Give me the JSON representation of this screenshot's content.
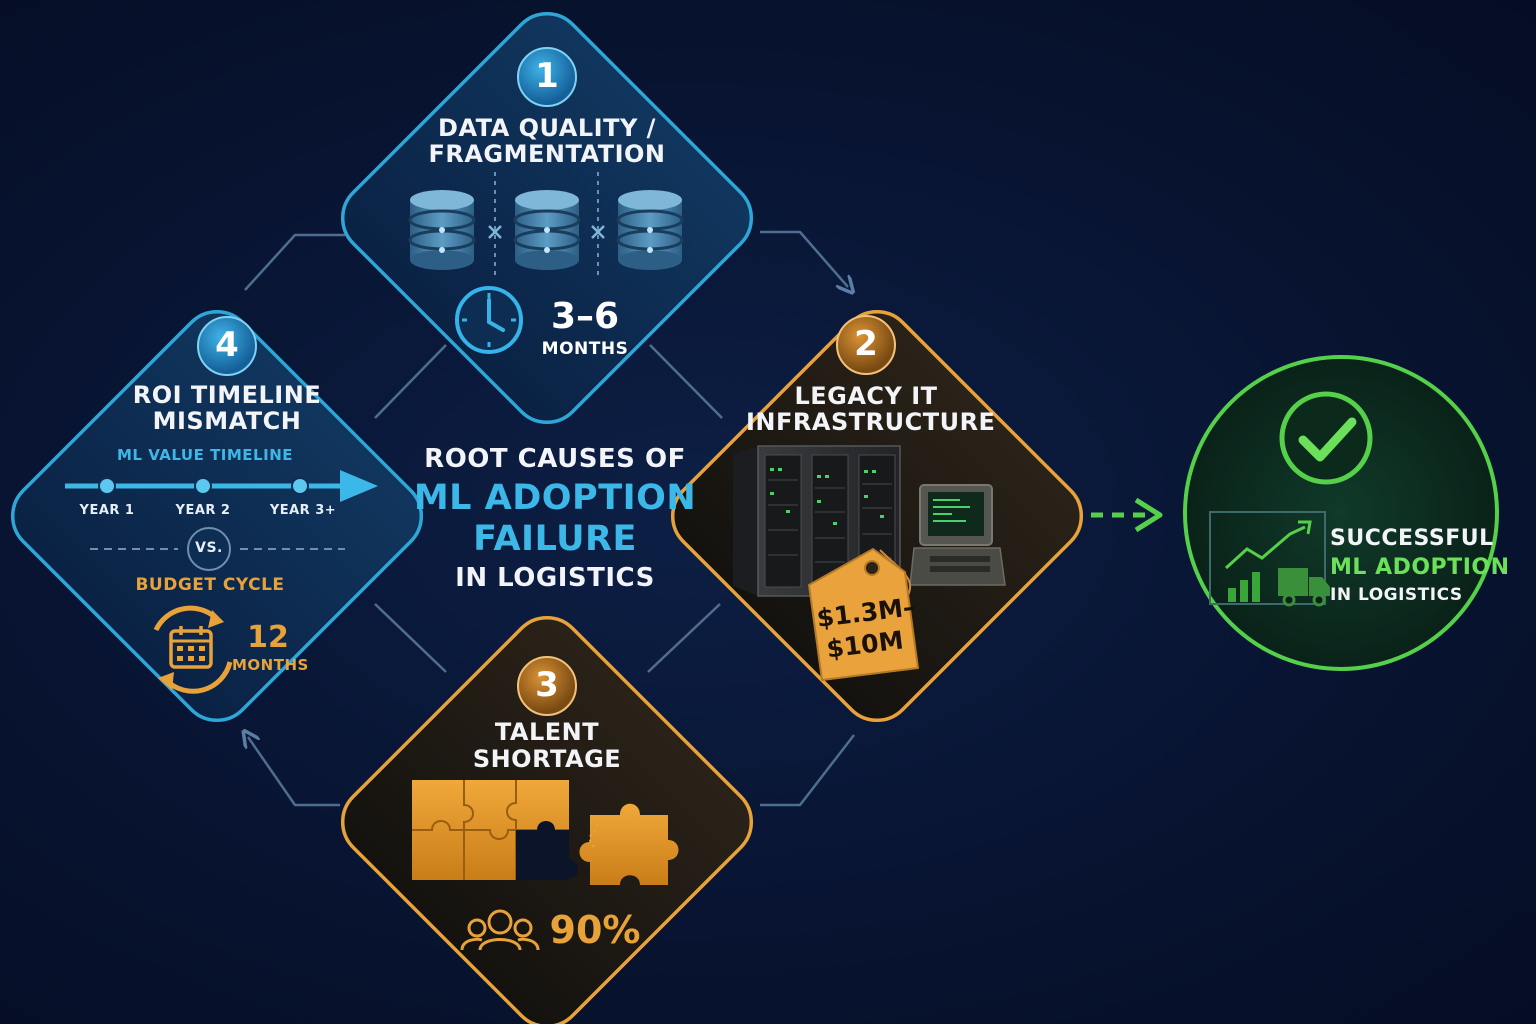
{
  "center": {
    "line1": "ROOT CAUSES OF",
    "line2": "ML ADOPTION",
    "line3": "FAILURE",
    "line4": "IN LOGISTICS"
  },
  "cause1": {
    "number": "1",
    "title_line1": "DATA QUALITY /",
    "title_line2": "FRAGMENTATION",
    "stat_value": "3–6",
    "stat_unit": "MONTHS"
  },
  "cause2": {
    "number": "2",
    "title_line1": "LEGACY IT",
    "title_line2": "INFRASTRUCTURE",
    "price_line1": "$1.3M–",
    "price_line2": "$10M"
  },
  "cause3": {
    "number": "3",
    "title_line1": "TALENT",
    "title_line2": "SHORTAGE",
    "stat_value": "90%"
  },
  "cause4": {
    "number": "4",
    "title_line1": "ROI TIMELINE",
    "title_line2": "MISMATCH",
    "timeline_label": "ML VALUE TIMELINE",
    "years": [
      "YEAR 1",
      "YEAR 2",
      "YEAR 3+"
    ],
    "vs": "VS.",
    "budget_label": "BUDGET CYCLE",
    "budget_value": "12",
    "budget_unit": "MONTHS"
  },
  "success": {
    "line1": "SUCCESSFUL",
    "line2": "ML ADOPTION",
    "line3": "IN LOGISTICS"
  },
  "colors": {
    "blue": "#2fa6d8",
    "cyan_text": "#3cb8e8",
    "orange": "#e8a23a",
    "green": "#55d04a",
    "background": "#081432"
  },
  "icons": {
    "cause1": [
      "database-icon",
      "clock-icon"
    ],
    "cause2": [
      "server-rack-icon",
      "computer-terminal-icon",
      "price-tag-icon"
    ],
    "cause3": [
      "puzzle-icon",
      "people-icon"
    ],
    "cause4": [
      "timeline-arrow-icon",
      "calendar-cycle-icon"
    ],
    "success": [
      "checkmark-icon",
      "growth-chart-icon",
      "truck-icon"
    ]
  }
}
